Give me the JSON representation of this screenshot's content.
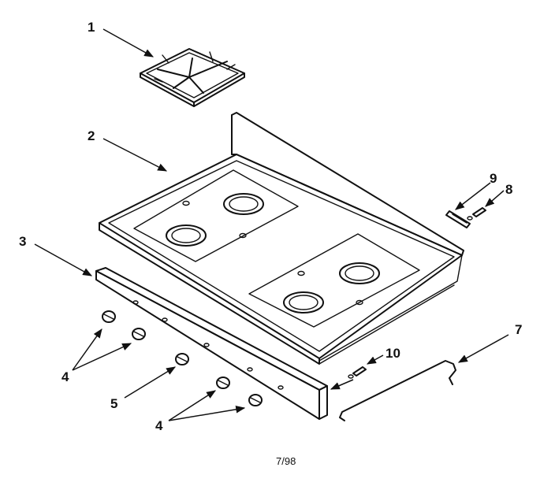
{
  "callouts": {
    "c1": "1",
    "c2": "2",
    "c3": "3",
    "c4a": "4",
    "c4b": "4",
    "c5": "5",
    "c7": "7",
    "c8": "8",
    "c9": "9",
    "c10": "10"
  },
  "footer": {
    "code": "7/98"
  }
}
